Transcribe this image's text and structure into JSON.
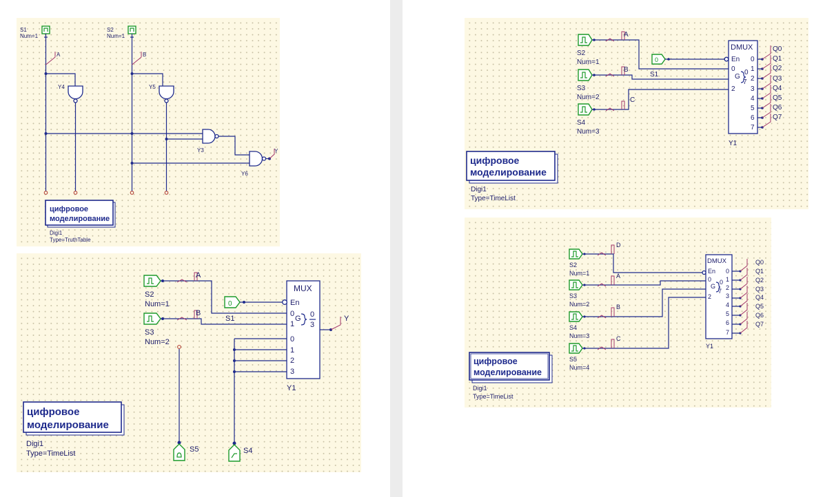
{
  "boxes": {
    "simulation_title_line1": "цифровое",
    "simulation_title_line2": "моделирование"
  },
  "schematic_truth_table": {
    "s1": {
      "name": "S1",
      "param": "Num=1"
    },
    "s2": {
      "name": "S2",
      "param": "Num=1"
    },
    "net_a": "A",
    "net_b": "B",
    "net_y": "Y",
    "y3": "Y3",
    "y4": "Y4",
    "y5": "Y5",
    "y6": "Y6",
    "digi_name": "Digi1",
    "digi_type": "Type=TruthTable"
  },
  "schematic_mux": {
    "s2": {
      "name": "S2",
      "param": "Num=1"
    },
    "s3": {
      "name": "S3",
      "param": "Num=2"
    },
    "s4": "S4",
    "s5": "S5",
    "s1": "S1",
    "net_a": "A",
    "net_b": "B",
    "net_y": "Y",
    "mux_title": "MUX",
    "en": "En",
    "sel0": "0",
    "sel1": "1",
    "g": "G",
    "g_range_top": "0",
    "g_range_bottom": "3",
    "inputs": [
      "0",
      "1",
      "2",
      "3"
    ],
    "y1": "Y1",
    "digi_name": "Digi1",
    "digi_type": "Type=TimeList"
  },
  "schematic_dmux_1": {
    "s2": {
      "name": "S2",
      "param": "Num=1"
    },
    "s3": {
      "name": "S3",
      "param": "Num=2"
    },
    "s4": {
      "name": "S4",
      "param": "Num=3"
    },
    "s1": "S1",
    "net_a": "A",
    "net_b": "B",
    "net_c": "C",
    "dmux_title": "DMUX",
    "en": "En",
    "sel": [
      "0",
      "1",
      "2"
    ],
    "g": "G",
    "g_range_top": "0",
    "g_range_bottom": "7",
    "outputs": [
      "0",
      "1",
      "2",
      "3",
      "4",
      "5",
      "6",
      "7"
    ],
    "out_nets": [
      "Q0",
      "Q1",
      "Q2",
      "Q3",
      "Q4",
      "Q5",
      "Q6",
      "Q7"
    ],
    "y1": "Y1",
    "digi_name": "Digi1",
    "digi_type": "Type=TimeList"
  },
  "schematic_dmux_2": {
    "s2": {
      "name": "S2",
      "param": "Num=1"
    },
    "s3": {
      "name": "S3",
      "param": "Num=2"
    },
    "s4": {
      "name": "S4",
      "param": "Num=3"
    },
    "s5": {
      "name": "S5",
      "param": "Num=4"
    },
    "net_d": "D",
    "net_a": "A",
    "net_b": "B",
    "net_c": "C",
    "dmux_title": "DMUX",
    "en": "En",
    "sel": [
      "0",
      "1",
      "2"
    ],
    "g": "G",
    "g_range_top": "0",
    "g_range_bottom": "7",
    "outputs": [
      "0",
      "1",
      "2",
      "3",
      "4",
      "5",
      "6",
      "7"
    ],
    "out_nets": [
      "Q0",
      "Q1",
      "Q2",
      "Q3",
      "Q4",
      "Q5",
      "Q6",
      "Q7"
    ],
    "y1": "Y1",
    "digi_name": "Digi1",
    "digi_type": "Type=TimeList"
  }
}
